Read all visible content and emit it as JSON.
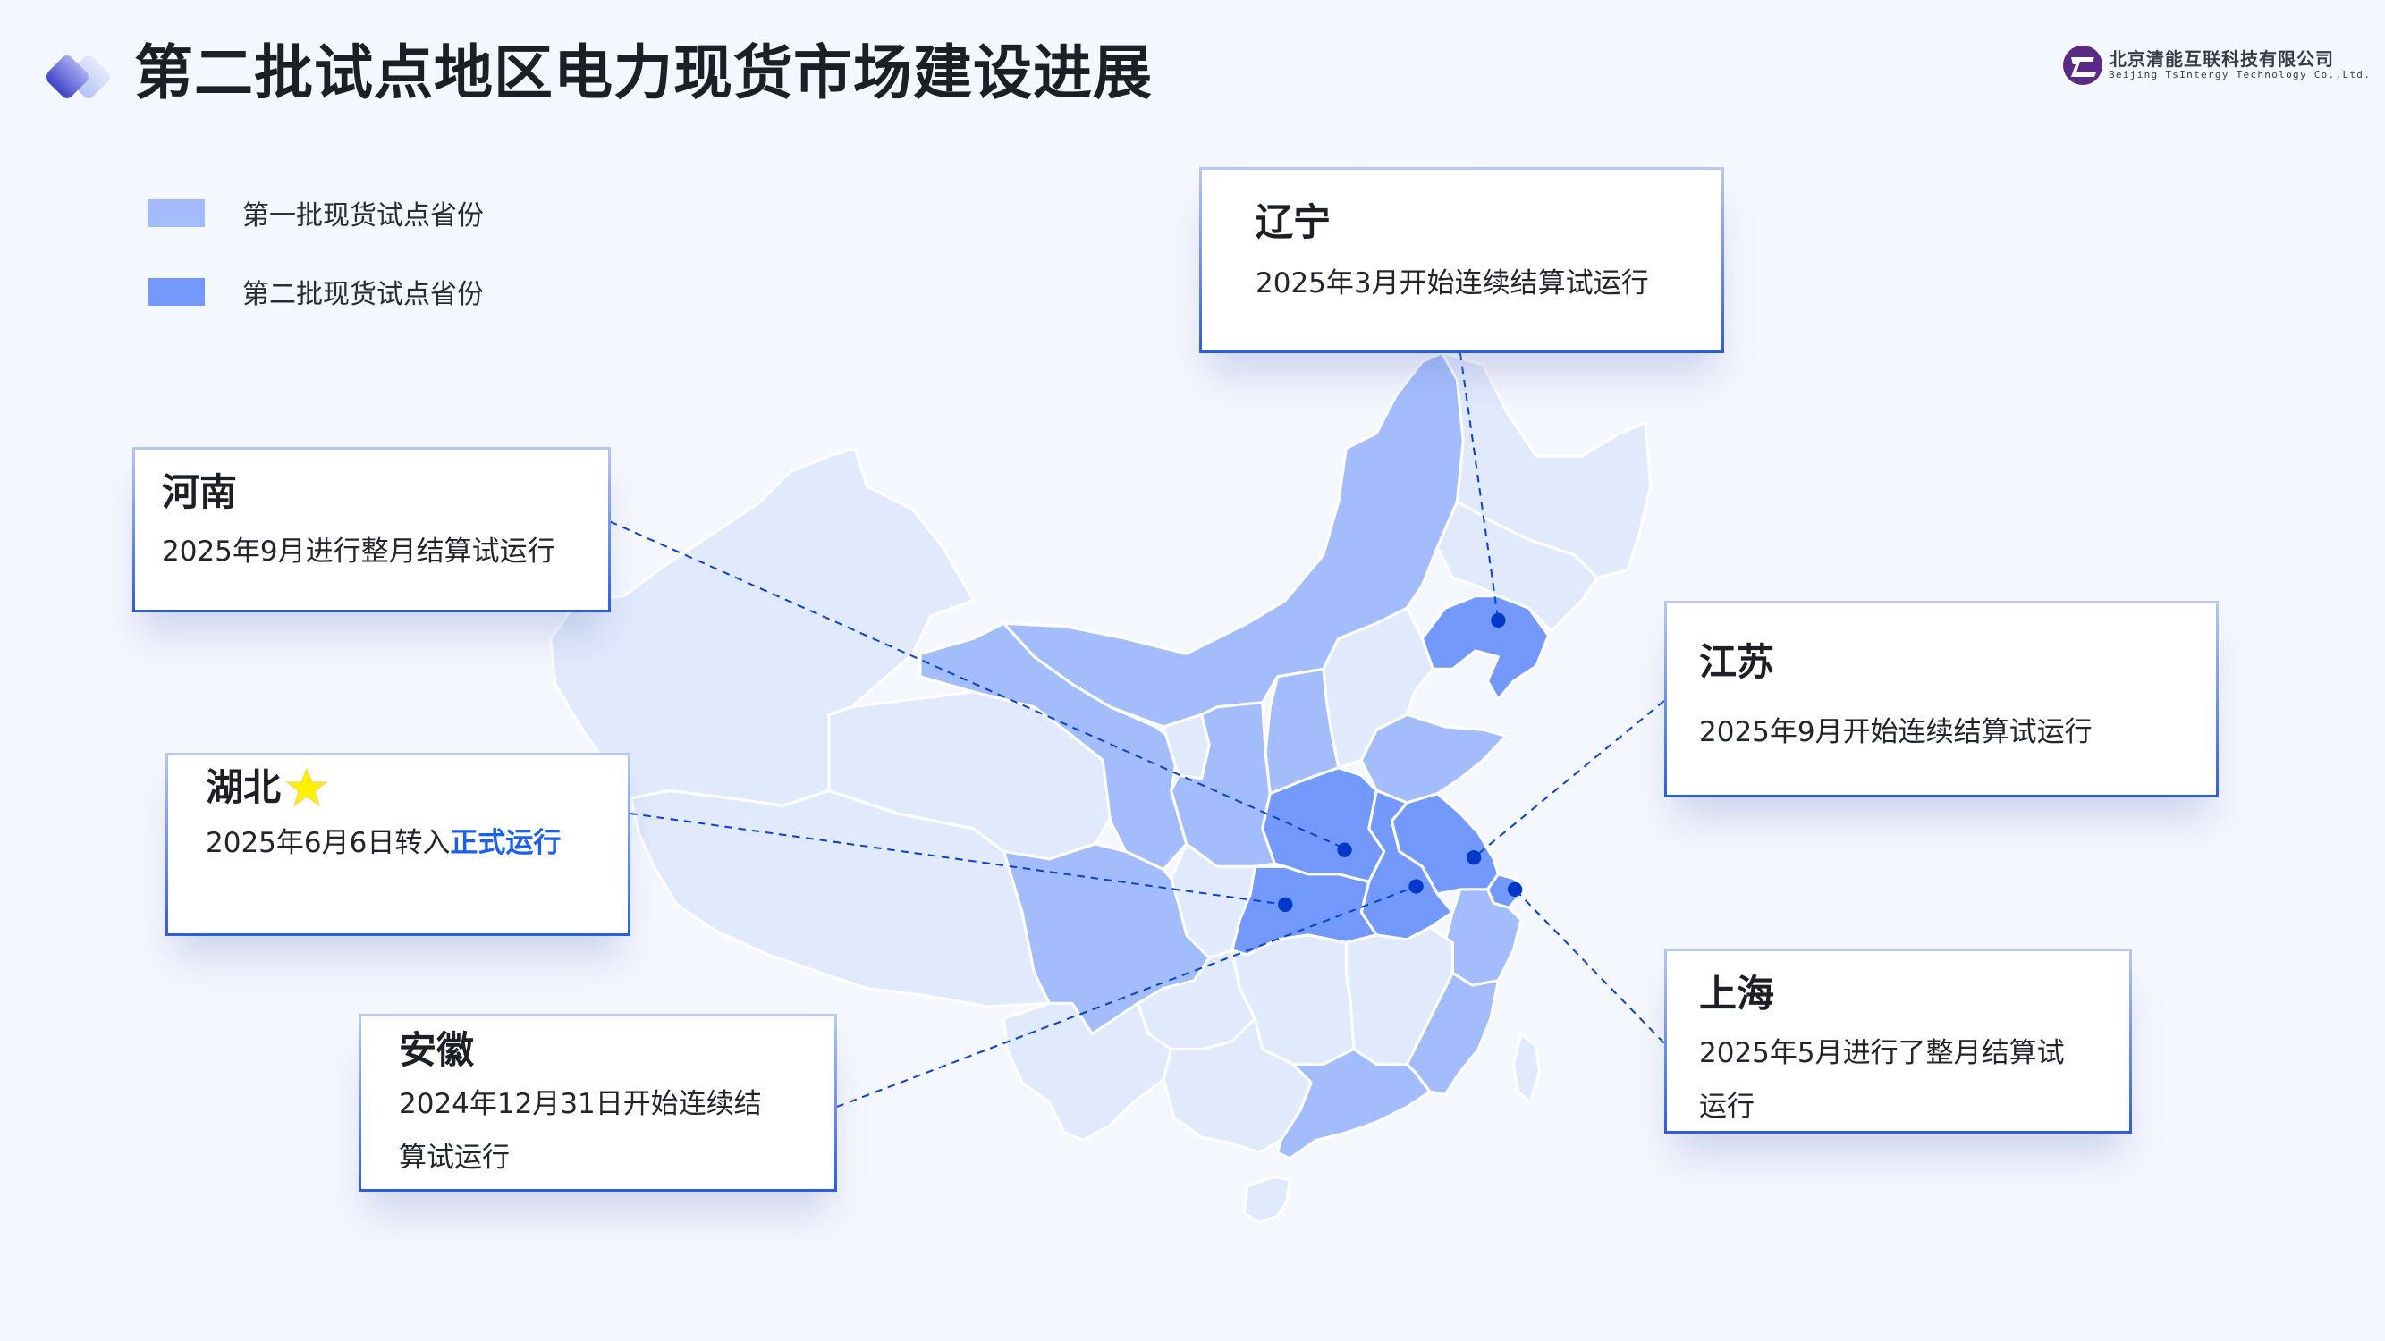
{
  "header": {
    "title": "第二批试点地区电力现货市场建设进展",
    "icon": "stacked-diamonds-icon"
  },
  "logo": {
    "name_cn": "北京清能互联科技有限公司",
    "name_en": "Beijing TsIntergy Technology Co.,Ltd.",
    "icon": "company-logo-icon",
    "color": "#5b2a86"
  },
  "legend": {
    "items": [
      {
        "label": "第一批现货试点省份",
        "color": "#a3bdfc"
      },
      {
        "label": "第二批现货试点省份",
        "color": "#7299fb"
      }
    ]
  },
  "map": {
    "base_color": "#e1e9fc",
    "batch1_color": "#a3bdfc",
    "batch2_color": "#7299fb",
    "dot_color": "#0039c9",
    "line_color": "#0b44c8"
  },
  "callouts": [
    {
      "id": "liaoning",
      "name": "辽宁",
      "desc_lines": [
        "2025年3月开始连续结算试运行"
      ]
    },
    {
      "id": "henan",
      "name": "河南",
      "desc_lines": [
        "2025年9月进行整月结算试运行"
      ]
    },
    {
      "id": "hubei",
      "name": "湖北",
      "star": "star-icon",
      "desc_prefix": "2025年6月6日转入",
      "desc_highlight": "正式运行",
      "highlight_color": "#1b5ef0"
    },
    {
      "id": "anhui",
      "name": "安徽",
      "desc_lines": [
        "2024年12月31日开始连续结",
        "算试运行"
      ]
    },
    {
      "id": "jiangsu",
      "name": "江苏",
      "desc_lines": [
        "2025年9月开始连续结算试运行"
      ]
    },
    {
      "id": "shanghai",
      "name": "上海",
      "desc_lines": [
        "2025年5月进行了整月结算试",
        "运行"
      ]
    }
  ]
}
